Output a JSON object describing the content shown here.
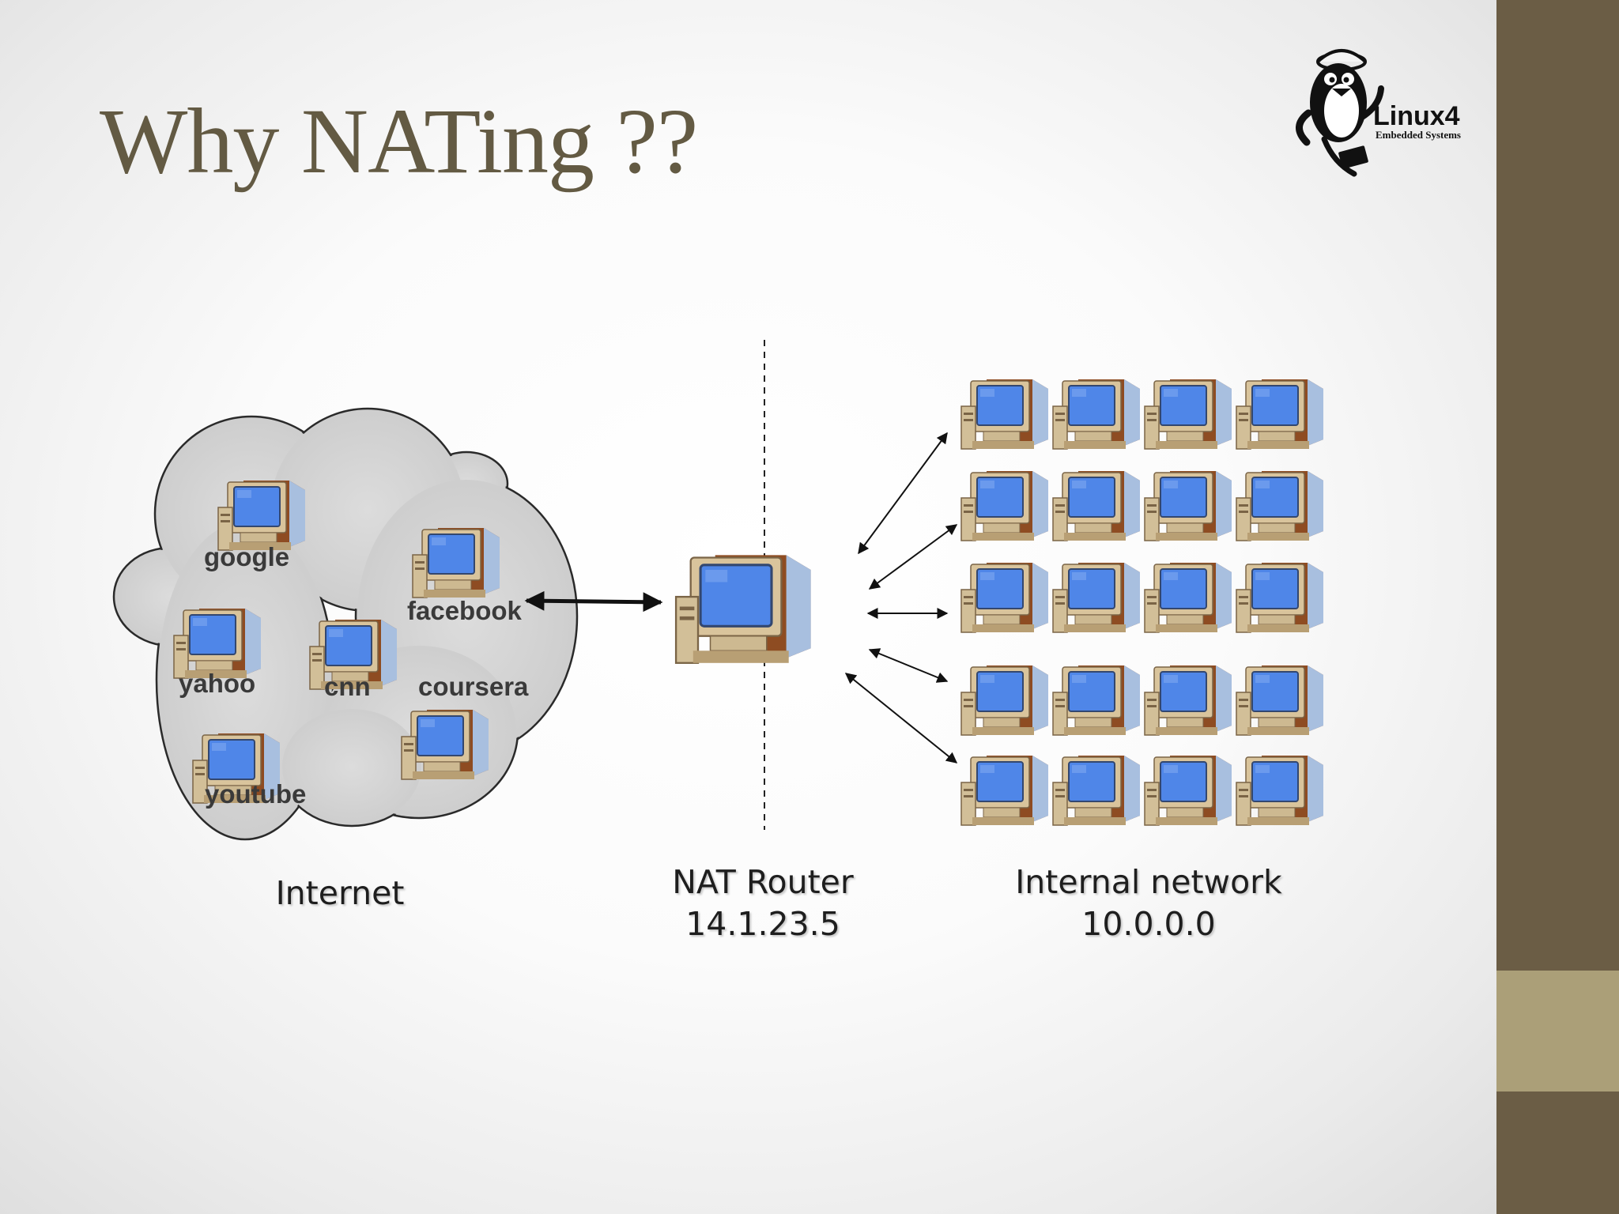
{
  "slide": {
    "title": "Why NATing ??",
    "logo": {
      "name": "Linux4",
      "subtitle": "Embedded Systems"
    },
    "colors": {
      "title": "#635a43",
      "sidebar": "#6b5d45",
      "sidebar_accent": "#ab9f78",
      "screen": "#4f86e8"
    }
  },
  "diagram": {
    "internet": {
      "label": "Internet",
      "sites": [
        "google",
        "facebook",
        "yahoo",
        "cnn",
        "coursera",
        "youtube"
      ]
    },
    "router": {
      "label": "NAT Router",
      "ip": "14.1.23.5"
    },
    "internal": {
      "label": "Internal network",
      "ip": "10.0.0.0",
      "rows": 5,
      "columns": 4
    }
  }
}
